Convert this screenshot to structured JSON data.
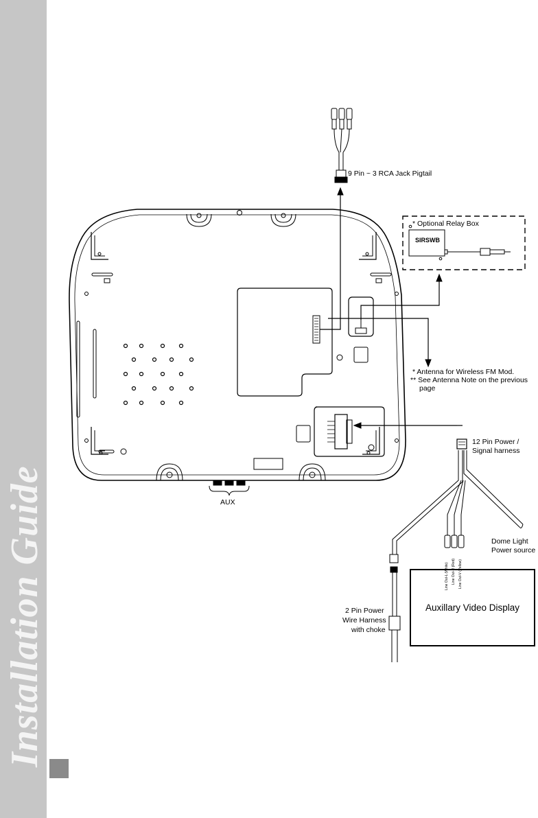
{
  "sidebar": {
    "title": "Installation Guide"
  },
  "labels": {
    "rca_pigtail": "9 Pin ~ 3 RCA Jack Pigtail",
    "relay_box": "* Optional Relay Box",
    "relay_model": "SIRSWB",
    "antenna_line1": "* Antenna for Wireless FM Mod.",
    "antenna_line2": "** See Antenna Note on the previous",
    "antenna_line3": "page",
    "power_harness_line1": "12 Pin Power /",
    "power_harness_line2": "Signal harness",
    "aux": "AUX",
    "dome_line1": "Dome Light",
    "dome_line2": "Power source",
    "wire_harness_line1": "2 Pin Power",
    "wire_harness_line2": "Wire Harness",
    "wire_harness_line3": "with choke",
    "video_display": "Auxillary Video Display",
    "line_out_l": "Line Out-L (White)",
    "line_out_r": "Line Out-R (Red)",
    "line_out_v": "Line Out-V (Yellow)"
  }
}
